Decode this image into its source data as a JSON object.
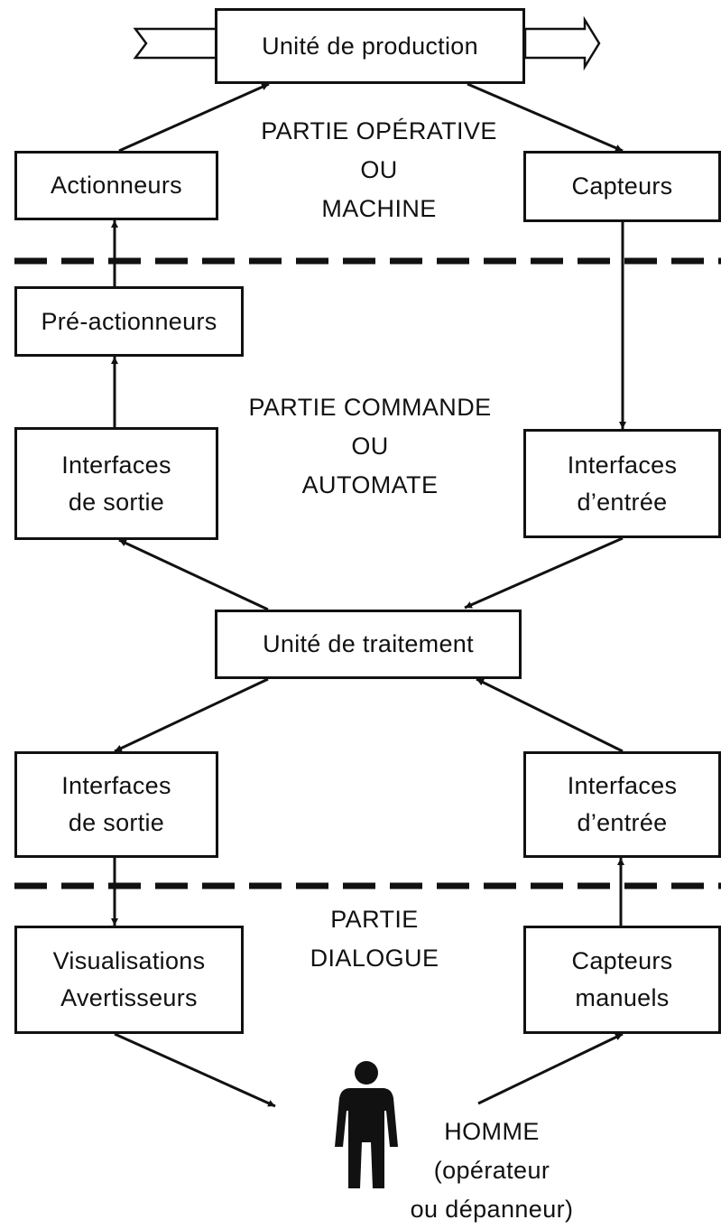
{
  "boxes": {
    "unite_production": [
      "Unité de production"
    ],
    "actionneurs": [
      "Actionneurs"
    ],
    "capteurs": [
      "Capteurs"
    ],
    "pre_actionneurs": [
      "Pré-actionneurs"
    ],
    "interfaces_sortie_1": [
      "Interfaces",
      "de sortie"
    ],
    "interfaces_entree_1": [
      "Interfaces",
      "d’entrée"
    ],
    "unite_traitement": [
      "Unité de traitement"
    ],
    "interfaces_sortie_2": [
      "Interfaces",
      "de sortie"
    ],
    "interfaces_entree_2": [
      "Interfaces",
      "d’entrée"
    ],
    "visualisations": [
      "Visualisations",
      "Avertisseurs"
    ],
    "capteurs_manuels": [
      "Capteurs",
      "manuels"
    ]
  },
  "zones": {
    "operative": [
      "PARTIE OPÉRATIVE",
      "OU",
      "MACHINE"
    ],
    "commande": [
      "PARTIE COMMANDE",
      "OU",
      "AUTOMATE"
    ],
    "dialogue": [
      "PARTIE",
      "DIALOGUE"
    ]
  },
  "homme": [
    "HOMME",
    "(opérateur",
    "ou dépanneur)"
  ],
  "icons": [
    "person-icon"
  ]
}
